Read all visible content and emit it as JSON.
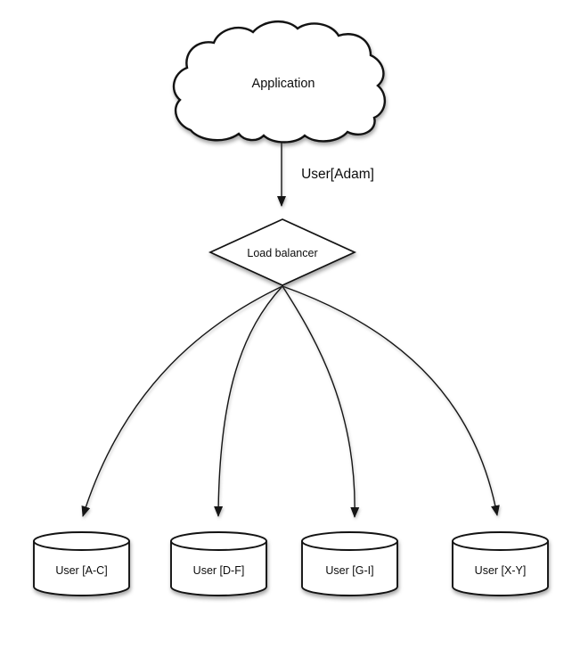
{
  "diagram": {
    "title": "sharded-database-load-balancing-diagram",
    "application": {
      "label": "Application"
    },
    "request_arrow": {
      "label": "User[Adam]"
    },
    "load_balancer": {
      "label": "Load balancer"
    },
    "shards": [
      {
        "label": "User [A-C]"
      },
      {
        "label": "User [D-F]"
      },
      {
        "label": "User [G-I]"
      },
      {
        "label": "User [X-Y]"
      }
    ],
    "colors": {
      "background": "#ffffff",
      "stroke": "#121212",
      "fill": "#ffffff",
      "text": "#0c0c0c"
    }
  }
}
